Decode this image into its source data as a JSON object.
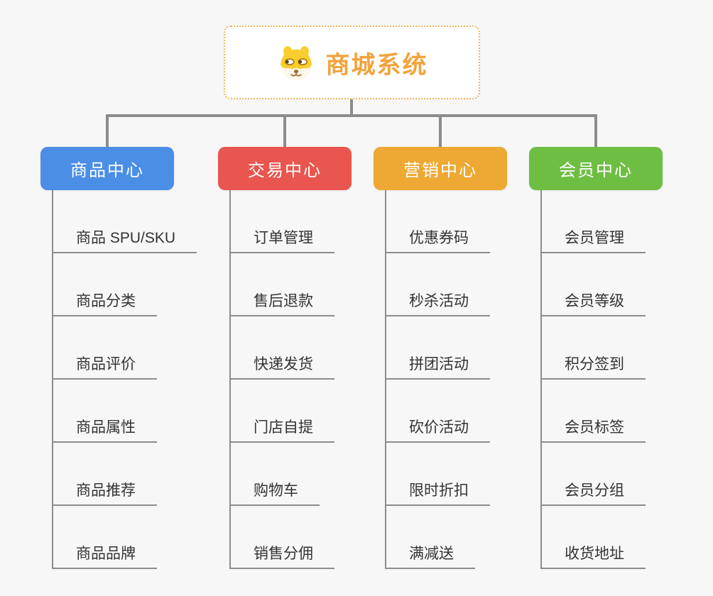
{
  "root": {
    "title": "商城系统",
    "icon": "doge-icon"
  },
  "theme": {
    "background": "#f7f7f7",
    "root_border": "#f6b45a",
    "root_text": "#f2a33c",
    "connector": "#8c8c8c",
    "item_text": "#333333"
  },
  "branches": [
    {
      "label": "商品中心",
      "color": "#4a8ee6",
      "items": [
        "商品 SPU/SKU",
        "商品分类",
        "商品评价",
        "商品属性",
        "商品推荐",
        "商品品牌"
      ]
    },
    {
      "label": "交易中心",
      "color": "#e8564f",
      "items": [
        "订单管理",
        "售后退款",
        "快递发货",
        "门店自提",
        "购物车",
        "销售分佣"
      ]
    },
    {
      "label": "营销中心",
      "color": "#eda933",
      "items": [
        "优惠券码",
        "秒杀活动",
        "拼团活动",
        "砍价活动",
        "限时折扣",
        "满减送"
      ]
    },
    {
      "label": "会员中心",
      "color": "#6fbe44",
      "items": [
        "会员管理",
        "会员等级",
        "积分签到",
        "会员标签",
        "会员分组",
        "收货地址"
      ]
    }
  ]
}
